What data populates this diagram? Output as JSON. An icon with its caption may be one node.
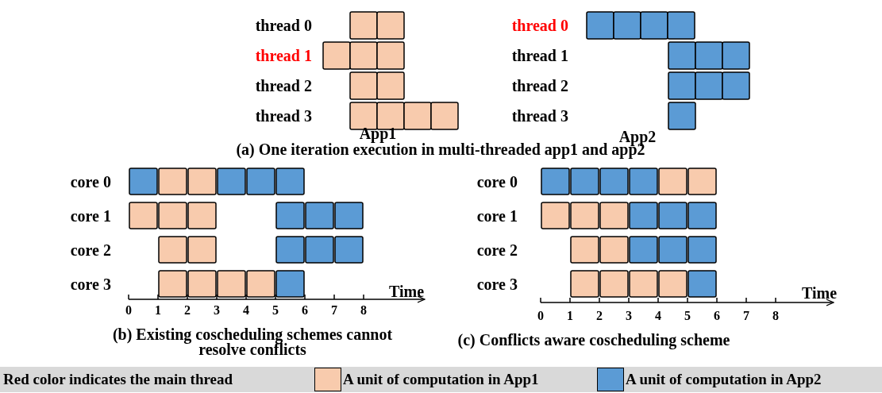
{
  "diagram": {
    "labels": [
      "thread 0",
      "thread 1",
      "thread 2",
      "thread 3",
      "App1",
      "thread 0",
      "thread 1",
      "thread 2",
      "thread 3",
      "App2",
      "(a) One iteration execution in multi-threaded app1 and app2",
      "core 0",
      "core 1",
      "core 2",
      "core 3",
      "Time",
      "0",
      "1",
      "2",
      "3",
      "4",
      "5",
      "6",
      "7",
      "8",
      "(b) Existing coscheduling schemes cannot resolve conflicts",
      "core 0",
      "core 1",
      "core 2",
      "core 3",
      "Time",
      "0",
      "1",
      "2",
      "3",
      "4",
      "5",
      "6",
      "7",
      "8",
      "(c) Conflicts aware coscheduling scheme",
      "Red color indicates the main thread"
    ],
    "legend": [
      {
        "text": "A unit of computation in App1",
        "color": "#f8cbad"
      },
      {
        "text": "A unit of computation in App2",
        "color": "#5b9bd5"
      }
    ]
  }
}
